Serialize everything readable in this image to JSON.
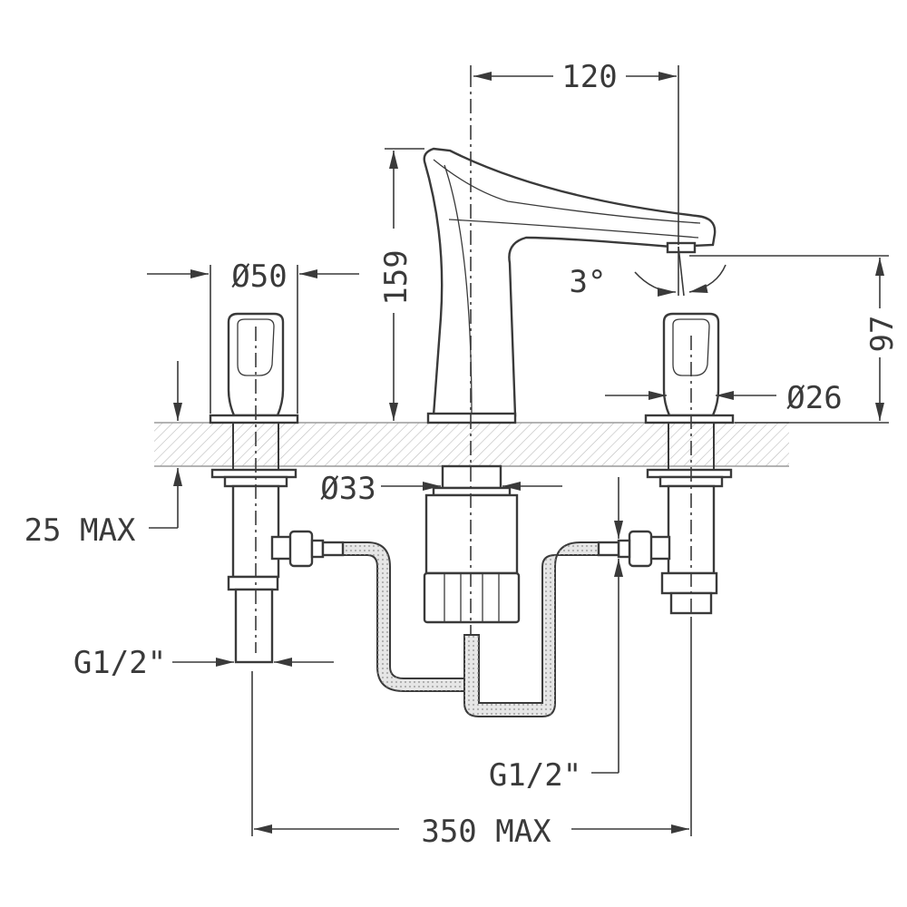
{
  "labels": {
    "spout_reach": "120",
    "spout_height": "159",
    "spout_angle": "3°",
    "handle_diameter": "Ø50",
    "outlet_height": "97",
    "stem_diameter": "Ø26",
    "body_diameter": "Ø33",
    "max_deck_thickness": "25 MAX",
    "left_connection": "G1/2\"",
    "right_connection": "G1/2\"",
    "max_spacing": "350 MAX"
  },
  "colors": {
    "line": "#3a3a3a",
    "hose_fill": "#e6e6e6",
    "background": "#ffffff"
  }
}
